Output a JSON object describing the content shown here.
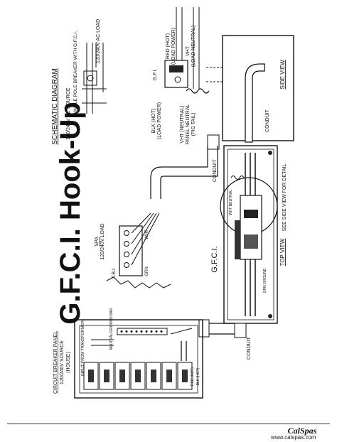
{
  "title": "G.F.C.I. Hook-Up",
  "schematic": {
    "heading": "SCHEMATIC DIAGRAM",
    "source_label": "120/240V AC SOURCE",
    "breaker_label": "SINGLE POLE BREAKER WITH G.F.C.I.",
    "load_label": "120/240V AC LOAD"
  },
  "panel": {
    "heading": "CIRCUIT BREAKER PANEL",
    "source": "120/240V SOURCE",
    "house": "(HOUSE)",
    "transformer": "INPUT FROM TRANSFORMER",
    "neutral_bar": "NEUTRAL/GROUND BAR",
    "red_wire": "RED (HOT)",
    "blk_wire": "BLK (HOT)"
  },
  "spa": {
    "title": "SPA",
    "load": "120/240V LOAD",
    "tb": "T.B.I",
    "wht": "WHT",
    "grn": "GRN"
  },
  "gfci_box": {
    "label": "G.F.C.I.",
    "top_view": "TOP VIEW",
    "see_side": "SEE SIDE VIEW FOR DETAIL",
    "conduit_top": "CONDUIT",
    "conduit_bottom": "CONDUIT",
    "wht_neutral": "WHT NEUTRAL",
    "grn_ground": "GRN GROUND"
  },
  "side_view": {
    "title": "SIDE VIEW",
    "gfci": "G.F.I.",
    "red_hot": "RED (HOT)",
    "load_power": "(LOAD POWER)",
    "vht": "VHT",
    "load_neutral": "(LOAD NEUTRAL)",
    "blk_hot": "BLK (HOT)",
    "blk_load_power": "(LOAD POWER)",
    "wht_neutral": "VHT (NEUTRAL)",
    "panel_neutral": "PANEL NEUTRAL",
    "pig_tail": "(PIG TAIL)",
    "conduit": "CONDUIT"
  },
  "footer": {
    "logo": "CalSpas",
    "url": "www.calspas.com"
  }
}
